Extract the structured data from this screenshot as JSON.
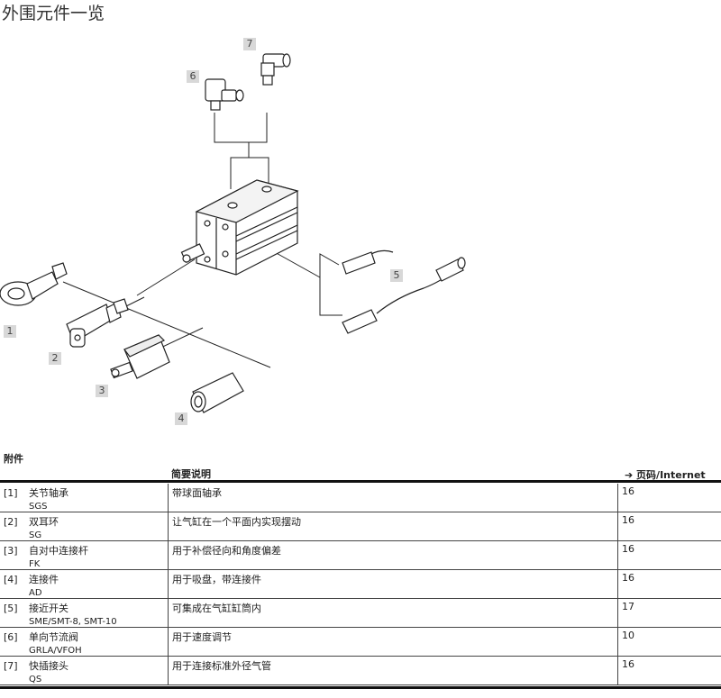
{
  "page_title": "外围元件一览",
  "callouts": [
    "1",
    "2",
    "3",
    "4",
    "5",
    "6",
    "7"
  ],
  "table": {
    "section_title": "附件",
    "header_desc": "简要说明",
    "header_page": "➔ 页码/Internet",
    "rows": [
      {
        "index": "[1]",
        "name": "关节轴承",
        "code": "SGS",
        "desc": "带球面轴承",
        "page": "16"
      },
      {
        "index": "[2]",
        "name": "双耳环",
        "code": "SG",
        "desc": "让气缸在一个平面内实现摆动",
        "page": "16"
      },
      {
        "index": "[3]",
        "name": "自对中连接杆",
        "code": "FK",
        "desc": "用于补偿径向和角度偏差",
        "page": "16"
      },
      {
        "index": "[4]",
        "name": "连接件",
        "code": "AD",
        "desc": "用于吸盘，带连接件",
        "page": "16"
      },
      {
        "index": "[5]",
        "name": "接近开关",
        "code": "SME/SMT-8, SMT-10",
        "desc": "可集成在气缸缸筒内",
        "page": "17"
      },
      {
        "index": "[6]",
        "name": "单向节流阀",
        "code": "GRLA/VFOH",
        "desc": "用于速度调节",
        "page": "10"
      },
      {
        "index": "[7]",
        "name": "快插接头",
        "code": "QS",
        "desc": "用于连接标准外径气管",
        "page": "16"
      }
    ]
  }
}
